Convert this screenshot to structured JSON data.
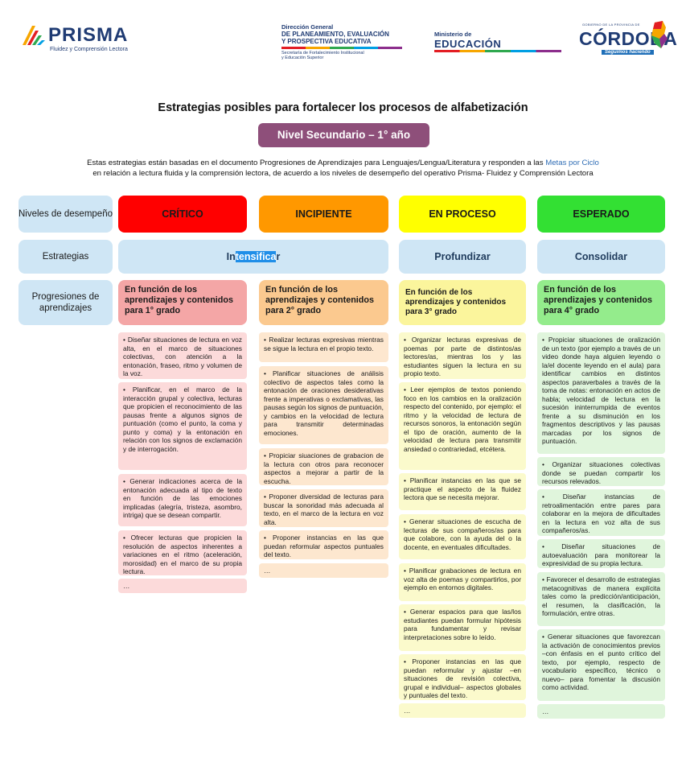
{
  "logos": {
    "prisma_word": "PRISMA",
    "prisma_sub": "Fluidez y Comprensión Lectora",
    "dg_line1": "Dirección General",
    "dg_line2": "DE PLANEAMIENTO, EVALUACIÓN",
    "dg_line3": "Y PROSPECTIVA EDUCATIVA",
    "dg_line4": "Secretaría de Fortalecimiento Institucional",
    "dg_line5": "y Educación Superior",
    "min_line1": "Ministerio de",
    "min_line2": "EDUCACIÓN",
    "cba_small": "GOBIERNO DE LA PROVINCIA DE",
    "cba_word": "CÓRDOBA",
    "cba_tag": "Seguimos haciendo"
  },
  "title": "Estrategias posibles para fortalecer los procesos de alfabetización",
  "level": "Nivel Secundario – 1° año",
  "intro": {
    "part1": "Estas estrategias están basadas en el documento Progresiones de Aprendizajes para Lenguajes/Lengua/Literatura y responden a las ",
    "link": "Metas por Ciclo",
    "part2": "en relación a lectura fluida y  la comprensión lectora, de acuerdo a los niveles de desempeño del operativo Prisma- Fluidez y Comprensión Lectora"
  },
  "rows": {
    "niveles": "Niveles de desempeño",
    "estrategias": "Estrategias",
    "progresiones": "Progresiones de aprendizajes"
  },
  "levels": {
    "critico": "CRÍTICO",
    "incipiente": "INCIPIENTE",
    "proceso": "EN PROCESO",
    "esperado": "ESPERADO"
  },
  "strategies": {
    "intensificar_a": "In",
    "intensificar_b": "tensifica",
    "intensificar_c": "r",
    "profundizar": "Profundizar",
    "consolidar": "Consolidar"
  },
  "progresiones": {
    "c1": "En función de los aprendizajes y contenidos para 1° grado",
    "c2": "En función de los aprendizajes y contenidos para 2° grado",
    "c3": "En función de los aprendizajes y contenidos para 3° grado",
    "c4": "En función de los aprendizajes y contenidos para 4° grado"
  },
  "col1": [
    "•  Diseñar situaciones de lectura en voz alta, en el marco de situaciones colectivas, con atención a la entonación, fraseo, ritmo y volumen de la voz.",
    "•  Planificar, en el marco de la interacción grupal y colectiva, lecturas que propicien el reconocimiento de las pausas frente a algunos signos de puntuación (como el punto, la coma y punto y coma) y la entonación en relación con los signos de exclamación y de interrogación.",
    "•  Generar indicaciones acerca de la entonación adecuada al tipo de texto en función de las emociones implicadas (alegría, tristeza, asombro, intriga) que se desean compartir.",
    "•  Ofrecer lecturas que propicien la resolución de aspectos inherentes a variaciones en el ritmo (aceleración, morosidad) en el marco de su propia lectura.",
    "…"
  ],
  "col2": [
    "•  Realizar lecturas expresivas mientras se sigue la lectura en el propio texto.",
    "•  Planificar situaciones de análisis colectivo de aspectos tales como la entonación de oraciones desiderativas frente a imperativas o exclamativas, las pausas según los signos de puntuación, y cambios en la velocidad de lectura para transmitir determinadas emociones.",
    "•  Propiciar siuaciones de grabacion de la lectura con otros para reconocer aspectos a mejorar a partir de la escucha.",
    "•  Proponer diversidad de lecturas para buscar la sonoridad más adecuada al texto, en el marco de la lectura en voz alta.",
    "•  Proponer instancias en las que puedan reformular aspectos puntuales del texto.",
    "…"
  ],
  "col3": [
    "•  Organizar lecturas expresivas de poemas por parte de distintos/as lectores/as, mientras los y las estudiantes siguen la lectura en su propio texto.",
    "•  Leer ejemplos de textos poniendo foco en los cambios en la oralización respecto del contenido, por ejemplo: el ritmo y la velocidad de lectura de recursos sonoros, la entonación según el tipo de oración, aumento de la velocidad de lectura para transmitir ansiedad o contrariedad, etcétera.",
    "•  Planificar instancias en las que se practique el aspecto de la fluidez lectora que se necesita mejorar.",
    "•  Generar situaciones de escucha de lecturas de sus compañeros/as para que colabore, con la ayuda del o la docente, en eventuales dificultades.",
    "•  Planificar grabaciones de lectura en voz alta de poemas y compartirlos, por ejemplo en entornos digitales.",
    "•  Generar espacios para que las/los estudiantes puedan formular hipótesis para fundamentar y revisar interpretaciones sobre lo leído.",
    "•  Proponer instancias en las que puedan reformular y ajustar –en situaciones de revisión colectiva, grupal e individual– aspectos globales y puntuales del texto.",
    "…"
  ],
  "col4": [
    "•  Propiciar situaciones de oralización de un texto (por ejemplo a través de un video donde haya alguien leyendo o la/el docente leyendo en el aula) para identificar cambios en distintos aspectos paraverbales a través de la toma de notas: entonación en actos de habla; velocidad de lectura en la sucesión ininterrumpida de eventos frente a su disminución en los fragmentos descriptivos y las pausas marcadas por los signos de puntuación.",
    "•  Organizar situaciones colectivas donde se puedan compartir los recursos relevados.",
    "•  Diseñar instancias de retroalimentación entre pares para colaborar en la mejora de dificultades en la lectura en voz alta de sus compañeros/as.",
    "•  Diseñar situaciones de autoevaluación para monitorear la expresividad de su propia lectura.",
    "•  Favorecer el desarrollo de estrategias metacognitivas de manera explícita tales como la predicción/anticipación, el resumen, la clasificación, la formulación, entre otras.",
    "•  Generar situaciones que favorezcan la activación de conocimientos previos –con énfasis en el punto crítico del texto, por ejemplo, respecto de vocabulario específico, técnico o nuevo– para fomentar la discusión como actividad.",
    "…"
  ],
  "colors": {
    "critico": "#ff0000",
    "incipiente": "#ff9800",
    "proceso": "#ffff00",
    "esperado": "#33e033",
    "level_badge": "#8e4f7a"
  }
}
